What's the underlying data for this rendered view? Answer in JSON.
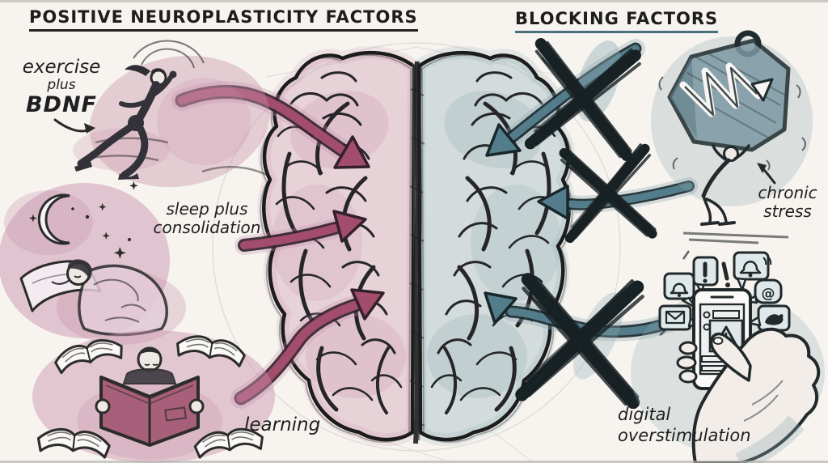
{
  "titles": {
    "left": "POSITIVE NEUROPLASTICITY FACTORS",
    "right": "BLOCKING FACTORS"
  },
  "positive_factors": [
    {
      "name": "exercise",
      "label_lines": [
        "exercise",
        "plus",
        "BDNF"
      ],
      "illustration": "woman sprinting with motion streaks"
    },
    {
      "name": "sleep",
      "label_lines": [
        "sleep plus",
        "consolidation"
      ],
      "illustration": "woman sleeping under crescent moon and stars"
    },
    {
      "name": "learning",
      "label_lines": [
        "learning"
      ],
      "illustration": "person reading a book surrounded by open books"
    }
  ],
  "blocking_factors": [
    {
      "name": "chronic stress",
      "label_lines": [
        "chronic",
        "stress"
      ],
      "illustration": "crouching person carrying huge weight with jagged arrow"
    },
    {
      "name": "digital overstimulation",
      "label_lines": [
        "digital",
        "overstimulation"
      ],
      "illustration": "hand holding smartphone surrounded by notification bubbles"
    }
  ],
  "brain": {
    "view": "top view, two hemispheres",
    "left_hemisphere_tint": "#c791ab",
    "right_hemisphere_tint": "#93aeb7",
    "positive_arrows_in": 3,
    "blocking_arrows_crossed": 3
  },
  "icons": {
    "notification_bubbles": [
      "alarm-bell",
      "exclamation",
      "bell",
      "at-sign",
      "envelope",
      "bird"
    ],
    "phone_screen": "warning-triangle",
    "sleep_scene": [
      "crescent-moon",
      "stars"
    ],
    "weight_face": "jagged-arrow",
    "at_glyph": "@"
  },
  "colors": {
    "background": "#f7f4ef",
    "ink": "#1d1d1d",
    "positive_accent": "#a34d6d",
    "positive_wash": "#c791ab",
    "blocking_accent": "#537d8a",
    "blocking_wash": "#8fa9b2",
    "blocking_underline": "#48707e",
    "x_mark": "#182124"
  }
}
